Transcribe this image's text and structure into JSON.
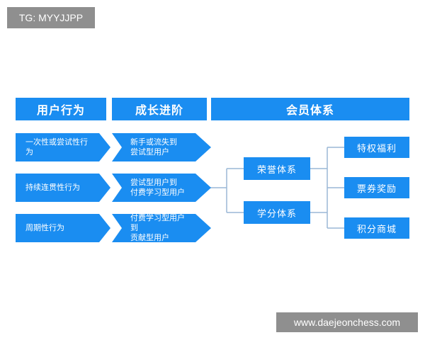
{
  "watermark_top": "TG: MYYJJPP",
  "watermark_bottom": "www.daejeonchess.com",
  "headers": [
    "用户行为",
    "成长进阶",
    "会员体系"
  ],
  "behaviors": [
    "一次性或尝试性行为",
    "持续连贯性行为",
    "周期性行为"
  ],
  "stages": [
    [
      "新手或流失到",
      "尝试型用户"
    ],
    [
      "尝试型用户到",
      "付费学习型用户"
    ],
    [
      "付费学习型用户到",
      "贡献型用户"
    ]
  ],
  "systems": [
    "荣誉体系",
    "学分体系"
  ],
  "rewards": [
    "特权福利",
    "票券奖励",
    "积分商城"
  ],
  "colors": {
    "primary": "#1a8df1",
    "connector": "#9ab7d6",
    "watermark_bg": "#8f8f8f"
  }
}
